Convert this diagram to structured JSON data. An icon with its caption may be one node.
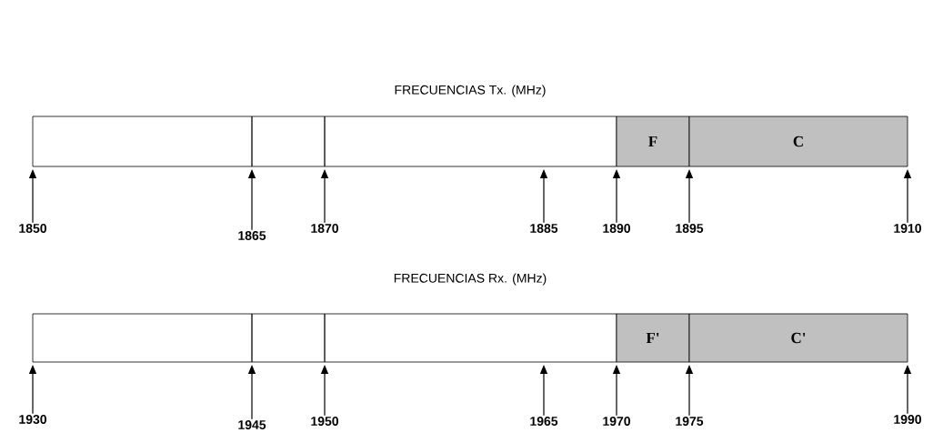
{
  "diagram": {
    "nodes": [
      {
        "text": [],
        "shape": "box"
      },
      {
        "text": [],
        "shape": "box"
      },
      {
        "text": [],
        "shape": "box"
      },
      {
        "text": [
          "F"
        ]
      },
      {
        "text": [
          "C"
        ]
      },
      {
        "text": [],
        "shape": "box"
      },
      {
        "text": [],
        "shape": "box"
      },
      {
        "text": [],
        "shape": "box"
      },
      {
        "text": [
          "F'"
        ]
      },
      {
        "text": [
          "C'"
        ]
      },
      {
        "text": [
          "1850"
        ]
      },
      {
        "text": [
          "1865"
        ]
      },
      {
        "text": [
          "1870"
        ]
      },
      {
        "text": [
          "1885"
        ]
      },
      {
        "text": [
          "1890"
        ]
      },
      {
        "text": [
          "1895"
        ]
      },
      {
        "text": [
          "1910"
        ]
      },
      {
        "text": [
          "1930"
        ]
      },
      {
        "text": [
          "1945"
        ]
      },
      {
        "text": [
          "1950"
        ]
      },
      {
        "text": [
          "1965"
        ]
      },
      {
        "text": [
          "1970"
        ]
      },
      {
        "text": [
          "1975"
        ]
      },
      {
        "text": [
          "1990"
        ]
      }
    ],
    "edges": [
      {
        "from": 10,
        "to": 0,
        "arrow": "to"
      },
      {
        "from": 11,
        "to": 1,
        "arrow": "to"
      },
      {
        "from": 12,
        "to": 2,
        "arrow": "to"
      },
      {
        "from": 13,
        "to": 2,
        "arrow": "to"
      },
      {
        "from": 14,
        "to": 3,
        "arrow": "to"
      },
      {
        "from": 15,
        "to": 4,
        "arrow": "to"
      },
      {
        "from": 16,
        "to": 4,
        "arrow": "to"
      },
      {
        "from": 17,
        "to": 5,
        "arrow": "to"
      },
      {
        "from": 18,
        "to": 6,
        "arrow": "to"
      },
      {
        "from": 19,
        "to": 7,
        "arrow": "to"
      },
      {
        "from": 20,
        "to": 7,
        "arrow": "to"
      },
      {
        "from": 21,
        "to": 8,
        "arrow": "to"
      },
      {
        "from": 22,
        "to": 9,
        "arrow": "to"
      },
      {
        "from": 23,
        "to": 9,
        "arrow": "to"
      }
    ],
    "labels": [
      "FRECUENCIAS Tx. (MHz)",
      "FRECUENCIAS Rx. (MHz)"
    ]
  }
}
